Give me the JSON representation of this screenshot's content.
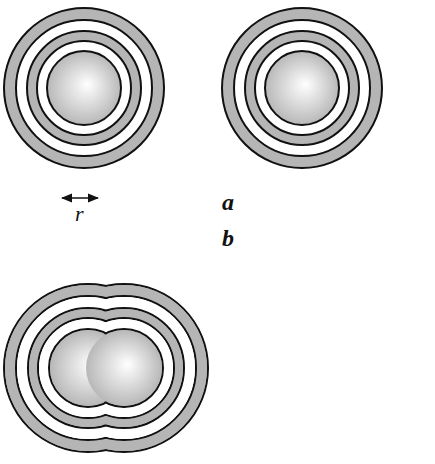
{
  "diagram": {
    "labels": [
      "r",
      "a",
      "b"
    ]
  }
}
